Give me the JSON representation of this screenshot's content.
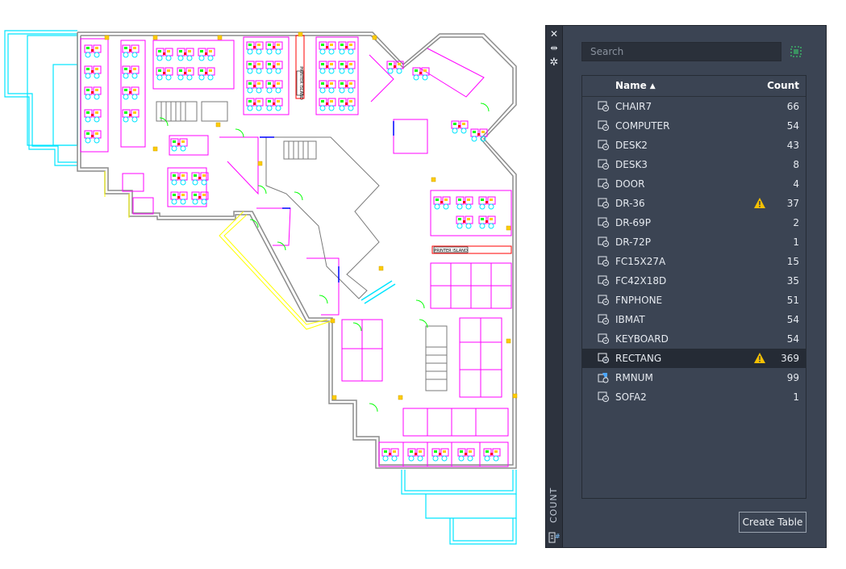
{
  "palette": {
    "title": "COUNT",
    "search_placeholder": "Search",
    "columns": {
      "name": "Name",
      "count": "Count"
    },
    "create_table_label": "Create Table"
  },
  "floorplan": {
    "labels": [
      "PRINTER ISLAND",
      "PRINTER ISLAND"
    ]
  },
  "items": [
    {
      "name": "CHAIR7",
      "count": "66",
      "warning": false,
      "icon": "block-icon"
    },
    {
      "name": "COMPUTER",
      "count": "54",
      "warning": false,
      "icon": "block-icon"
    },
    {
      "name": "DESK2",
      "count": "43",
      "warning": false,
      "icon": "block-icon"
    },
    {
      "name": "DESK3",
      "count": "8",
      "warning": false,
      "icon": "block-icon"
    },
    {
      "name": "DOOR",
      "count": "4",
      "warning": false,
      "icon": "block-icon"
    },
    {
      "name": "DR-36",
      "count": "37",
      "warning": true,
      "icon": "block-icon"
    },
    {
      "name": "DR-69P",
      "count": "2",
      "warning": false,
      "icon": "block-icon"
    },
    {
      "name": "DR-72P",
      "count": "1",
      "warning": false,
      "icon": "block-icon"
    },
    {
      "name": "FC15X27A",
      "count": "15",
      "warning": false,
      "icon": "block-icon"
    },
    {
      "name": "FC42X18D",
      "count": "35",
      "warning": false,
      "icon": "block-icon"
    },
    {
      "name": "FNPHONE",
      "count": "51",
      "warning": false,
      "icon": "block-icon"
    },
    {
      "name": "IBMAT",
      "count": "54",
      "warning": false,
      "icon": "block-icon"
    },
    {
      "name": "KEYBOARD",
      "count": "54",
      "warning": false,
      "icon": "block-icon"
    },
    {
      "name": "RECTANG",
      "count": "369",
      "warning": true,
      "selected": true,
      "icon": "block-icon"
    },
    {
      "name": "RMNUM",
      "count": "99",
      "warning": false,
      "icon": "attribute-block-icon"
    },
    {
      "name": "SOFA2",
      "count": "1",
      "warning": false,
      "icon": "block-icon"
    }
  ],
  "colors": {
    "palette_bg": "#3b4453",
    "selected_row": "#252b35",
    "warning": "#f5c000",
    "cad_magenta": "#ff00ff",
    "cad_cyan": "#00e5ff",
    "cad_yellow": "#ffff00",
    "cad_green": "#00ff00",
    "cad_gray": "#8c8c8c",
    "cad_blue": "#0000ff",
    "cad_red": "#ff0000"
  }
}
